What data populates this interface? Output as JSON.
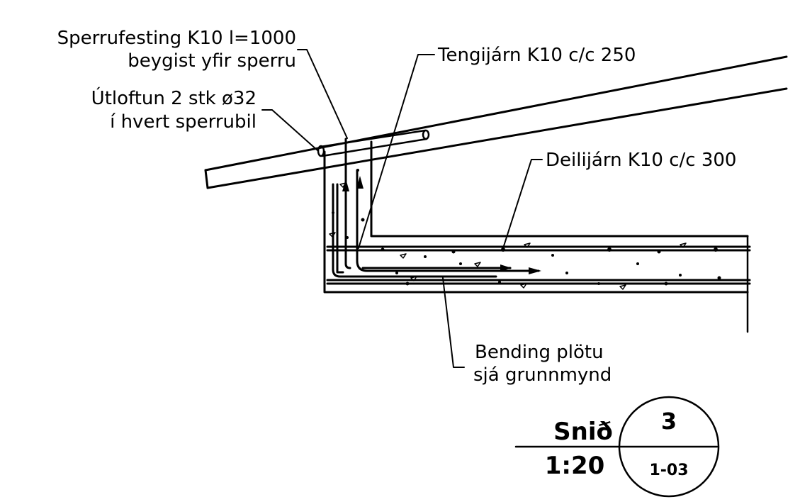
{
  "labels": {
    "rafter_fixing_line1": "Sperrufesting K10 l=1000",
    "rafter_fixing_line2": "beygist yfir sperru",
    "ventilation_line1": "Útloftun 2 stk ø32",
    "ventilation_line2": "í hvert sperrubil",
    "tie_bar": "Tengijárn K10 c/c 250",
    "distribution_bar": "Deilijárn K10 c/c 300",
    "slab_rebar_line1": "Bending plötu",
    "slab_rebar_line2": "sjá grunnmynd"
  },
  "title_block": {
    "name": "Snið",
    "scale": "1:20",
    "section_number": "3",
    "sheet": "1-03"
  },
  "colors": {
    "ink": "#000000",
    "paper": "#ffffff"
  }
}
